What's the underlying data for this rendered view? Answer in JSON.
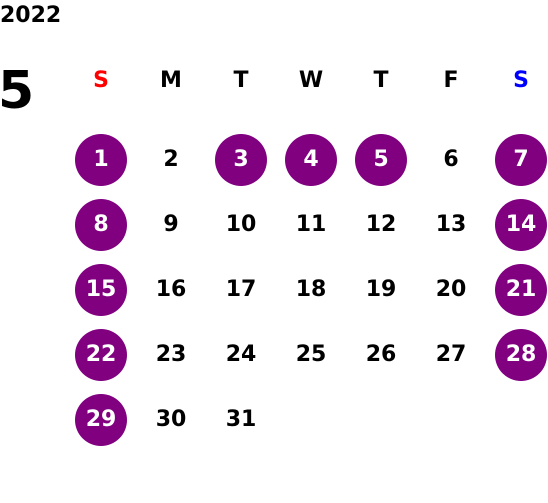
{
  "year": "2022",
  "month": "5",
  "colors": {
    "highlight": "#800080",
    "sunday": "#ff0000",
    "saturday": "#0000ff",
    "text": "#000000"
  },
  "weekdays": [
    {
      "label": "S",
      "kind": "sunday"
    },
    {
      "label": "M",
      "kind": "weekday"
    },
    {
      "label": "T",
      "kind": "weekday"
    },
    {
      "label": "W",
      "kind": "weekday"
    },
    {
      "label": "T",
      "kind": "weekday"
    },
    {
      "label": "F",
      "kind": "weekday"
    },
    {
      "label": "S",
      "kind": "saturday"
    }
  ],
  "weeks": [
    [
      {
        "d": "1",
        "hl": true
      },
      {
        "d": "2",
        "hl": false
      },
      {
        "d": "3",
        "hl": true
      },
      {
        "d": "4",
        "hl": true
      },
      {
        "d": "5",
        "hl": true
      },
      {
        "d": "6",
        "hl": false
      },
      {
        "d": "7",
        "hl": true
      }
    ],
    [
      {
        "d": "8",
        "hl": true
      },
      {
        "d": "9",
        "hl": false
      },
      {
        "d": "10",
        "hl": false
      },
      {
        "d": "11",
        "hl": false
      },
      {
        "d": "12",
        "hl": false
      },
      {
        "d": "13",
        "hl": false
      },
      {
        "d": "14",
        "hl": true
      }
    ],
    [
      {
        "d": "15",
        "hl": true
      },
      {
        "d": "16",
        "hl": false
      },
      {
        "d": "17",
        "hl": false
      },
      {
        "d": "18",
        "hl": false
      },
      {
        "d": "19",
        "hl": false
      },
      {
        "d": "20",
        "hl": false
      },
      {
        "d": "21",
        "hl": true
      }
    ],
    [
      {
        "d": "22",
        "hl": true
      },
      {
        "d": "23",
        "hl": false
      },
      {
        "d": "24",
        "hl": false
      },
      {
        "d": "25",
        "hl": false
      },
      {
        "d": "26",
        "hl": false
      },
      {
        "d": "27",
        "hl": false
      },
      {
        "d": "28",
        "hl": true
      }
    ],
    [
      {
        "d": "29",
        "hl": true
      },
      {
        "d": "30",
        "hl": false
      },
      {
        "d": "31",
        "hl": false
      },
      null,
      null,
      null,
      null
    ]
  ]
}
